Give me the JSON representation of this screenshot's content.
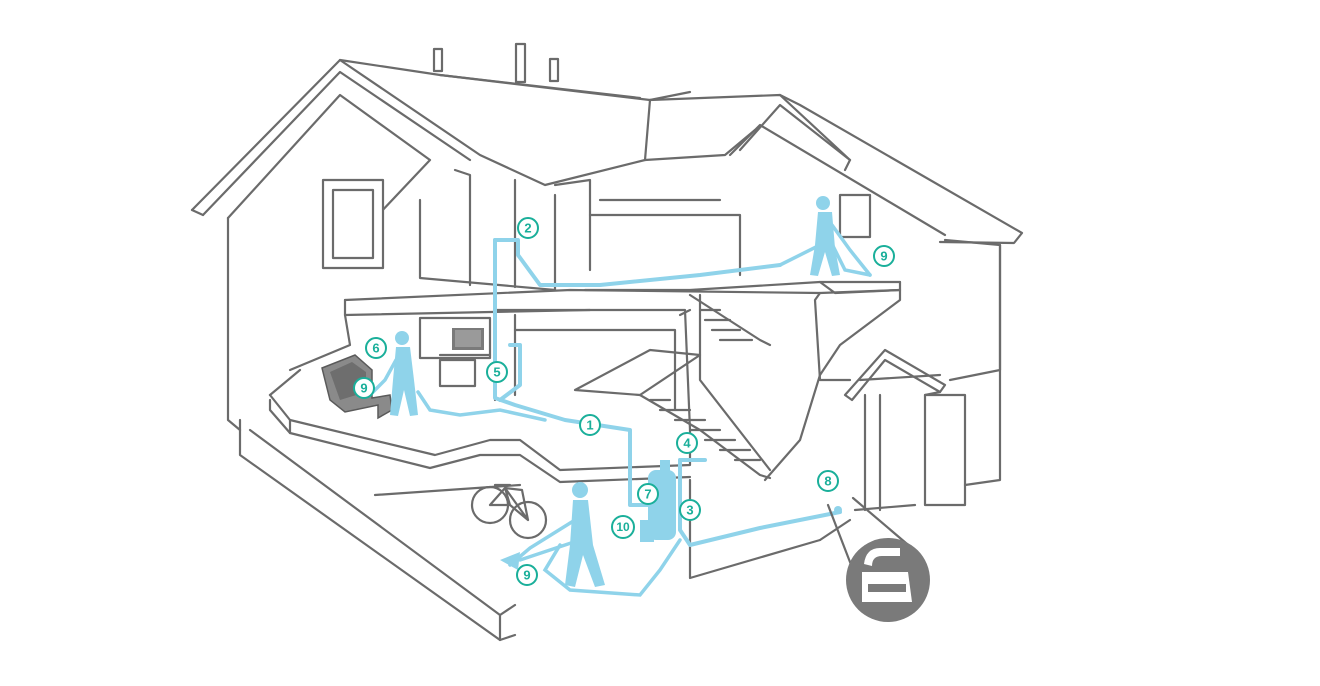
{
  "colors": {
    "line": "#6b6b6b",
    "pipe": "#8fd3ea",
    "accent": "#1aaf9a",
    "inset": "#7a7a7a"
  },
  "callouts": [
    "1",
    "2",
    "3",
    "4",
    "5",
    "6",
    "7",
    "8",
    "9",
    "9",
    "9",
    "10"
  ],
  "icons": {
    "house": "house-cutaway",
    "person": "person-vacuuming-figure",
    "inset": "inlet-detail-icon",
    "bicycle": "bicycle-icon",
    "chair": "armchair-icon",
    "tv": "television-icon"
  }
}
